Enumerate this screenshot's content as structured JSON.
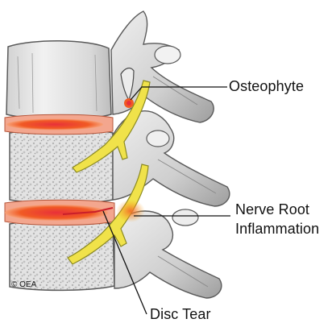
{
  "labels": {
    "osteophyte": "Osteophyte",
    "nerve_root_line1": "Nerve Root",
    "nerve_root_line2": "Inflammation",
    "disc_tear": "Disc Tear"
  },
  "credit": "© OEA",
  "colors": {
    "bone_fill": "#e6e6e6",
    "bone_shade": "#a9a9a9",
    "bone_outline": "#5a5a5a",
    "disc_red": "#f15a24",
    "disc_red_core": "#e8303a",
    "nerve_yellow": "#f0e24a",
    "nerve_outline": "#8c8a22",
    "inflammation_orange": "#f7a21b",
    "leader_line": "#111111"
  }
}
